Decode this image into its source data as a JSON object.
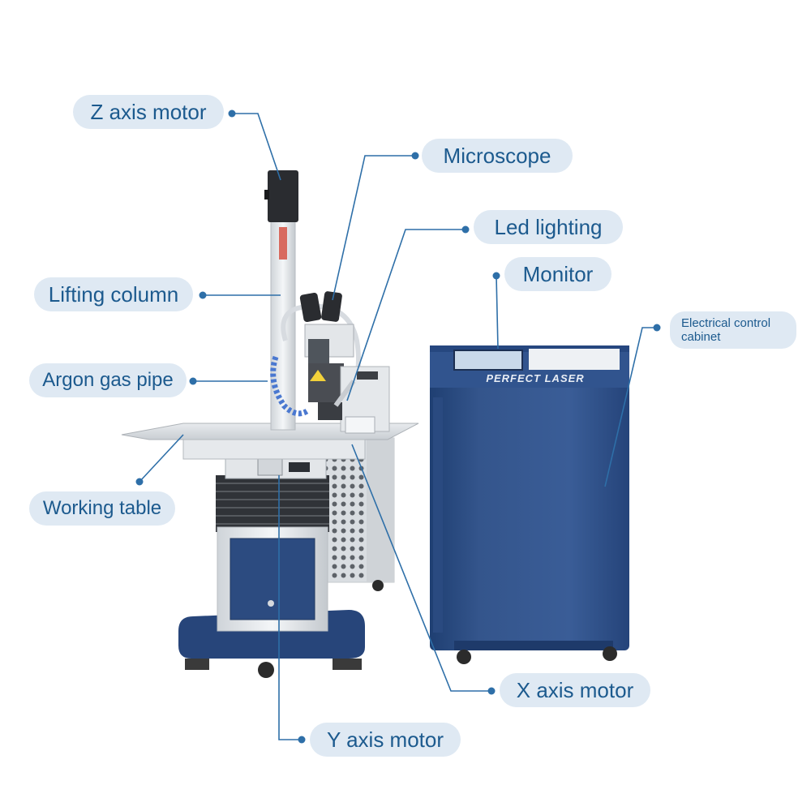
{
  "labels": {
    "z_axis_motor": "Z axis motor",
    "microscope": "Microscope",
    "led_lighting": "Led lighting",
    "monitor": "Monitor",
    "lifting_column": "Lifting column",
    "electrical_cabinet_line1": "Electrical control",
    "electrical_cabinet_line2": "cabinet",
    "argon_gas_pipe": "Argon gas pipe",
    "working_table": "Working table",
    "x_axis_motor": "X axis motor",
    "y_axis_motor": "Y axis motor"
  },
  "brand_logo": "PERFECT LASER",
  "colors": {
    "label_background": "#dfe9f3",
    "label_text": "#1c5a8e",
    "leader_line": "#2e6fa8",
    "cabinet_blue": "#2f4f86",
    "frame_white": "#e9ecef"
  }
}
